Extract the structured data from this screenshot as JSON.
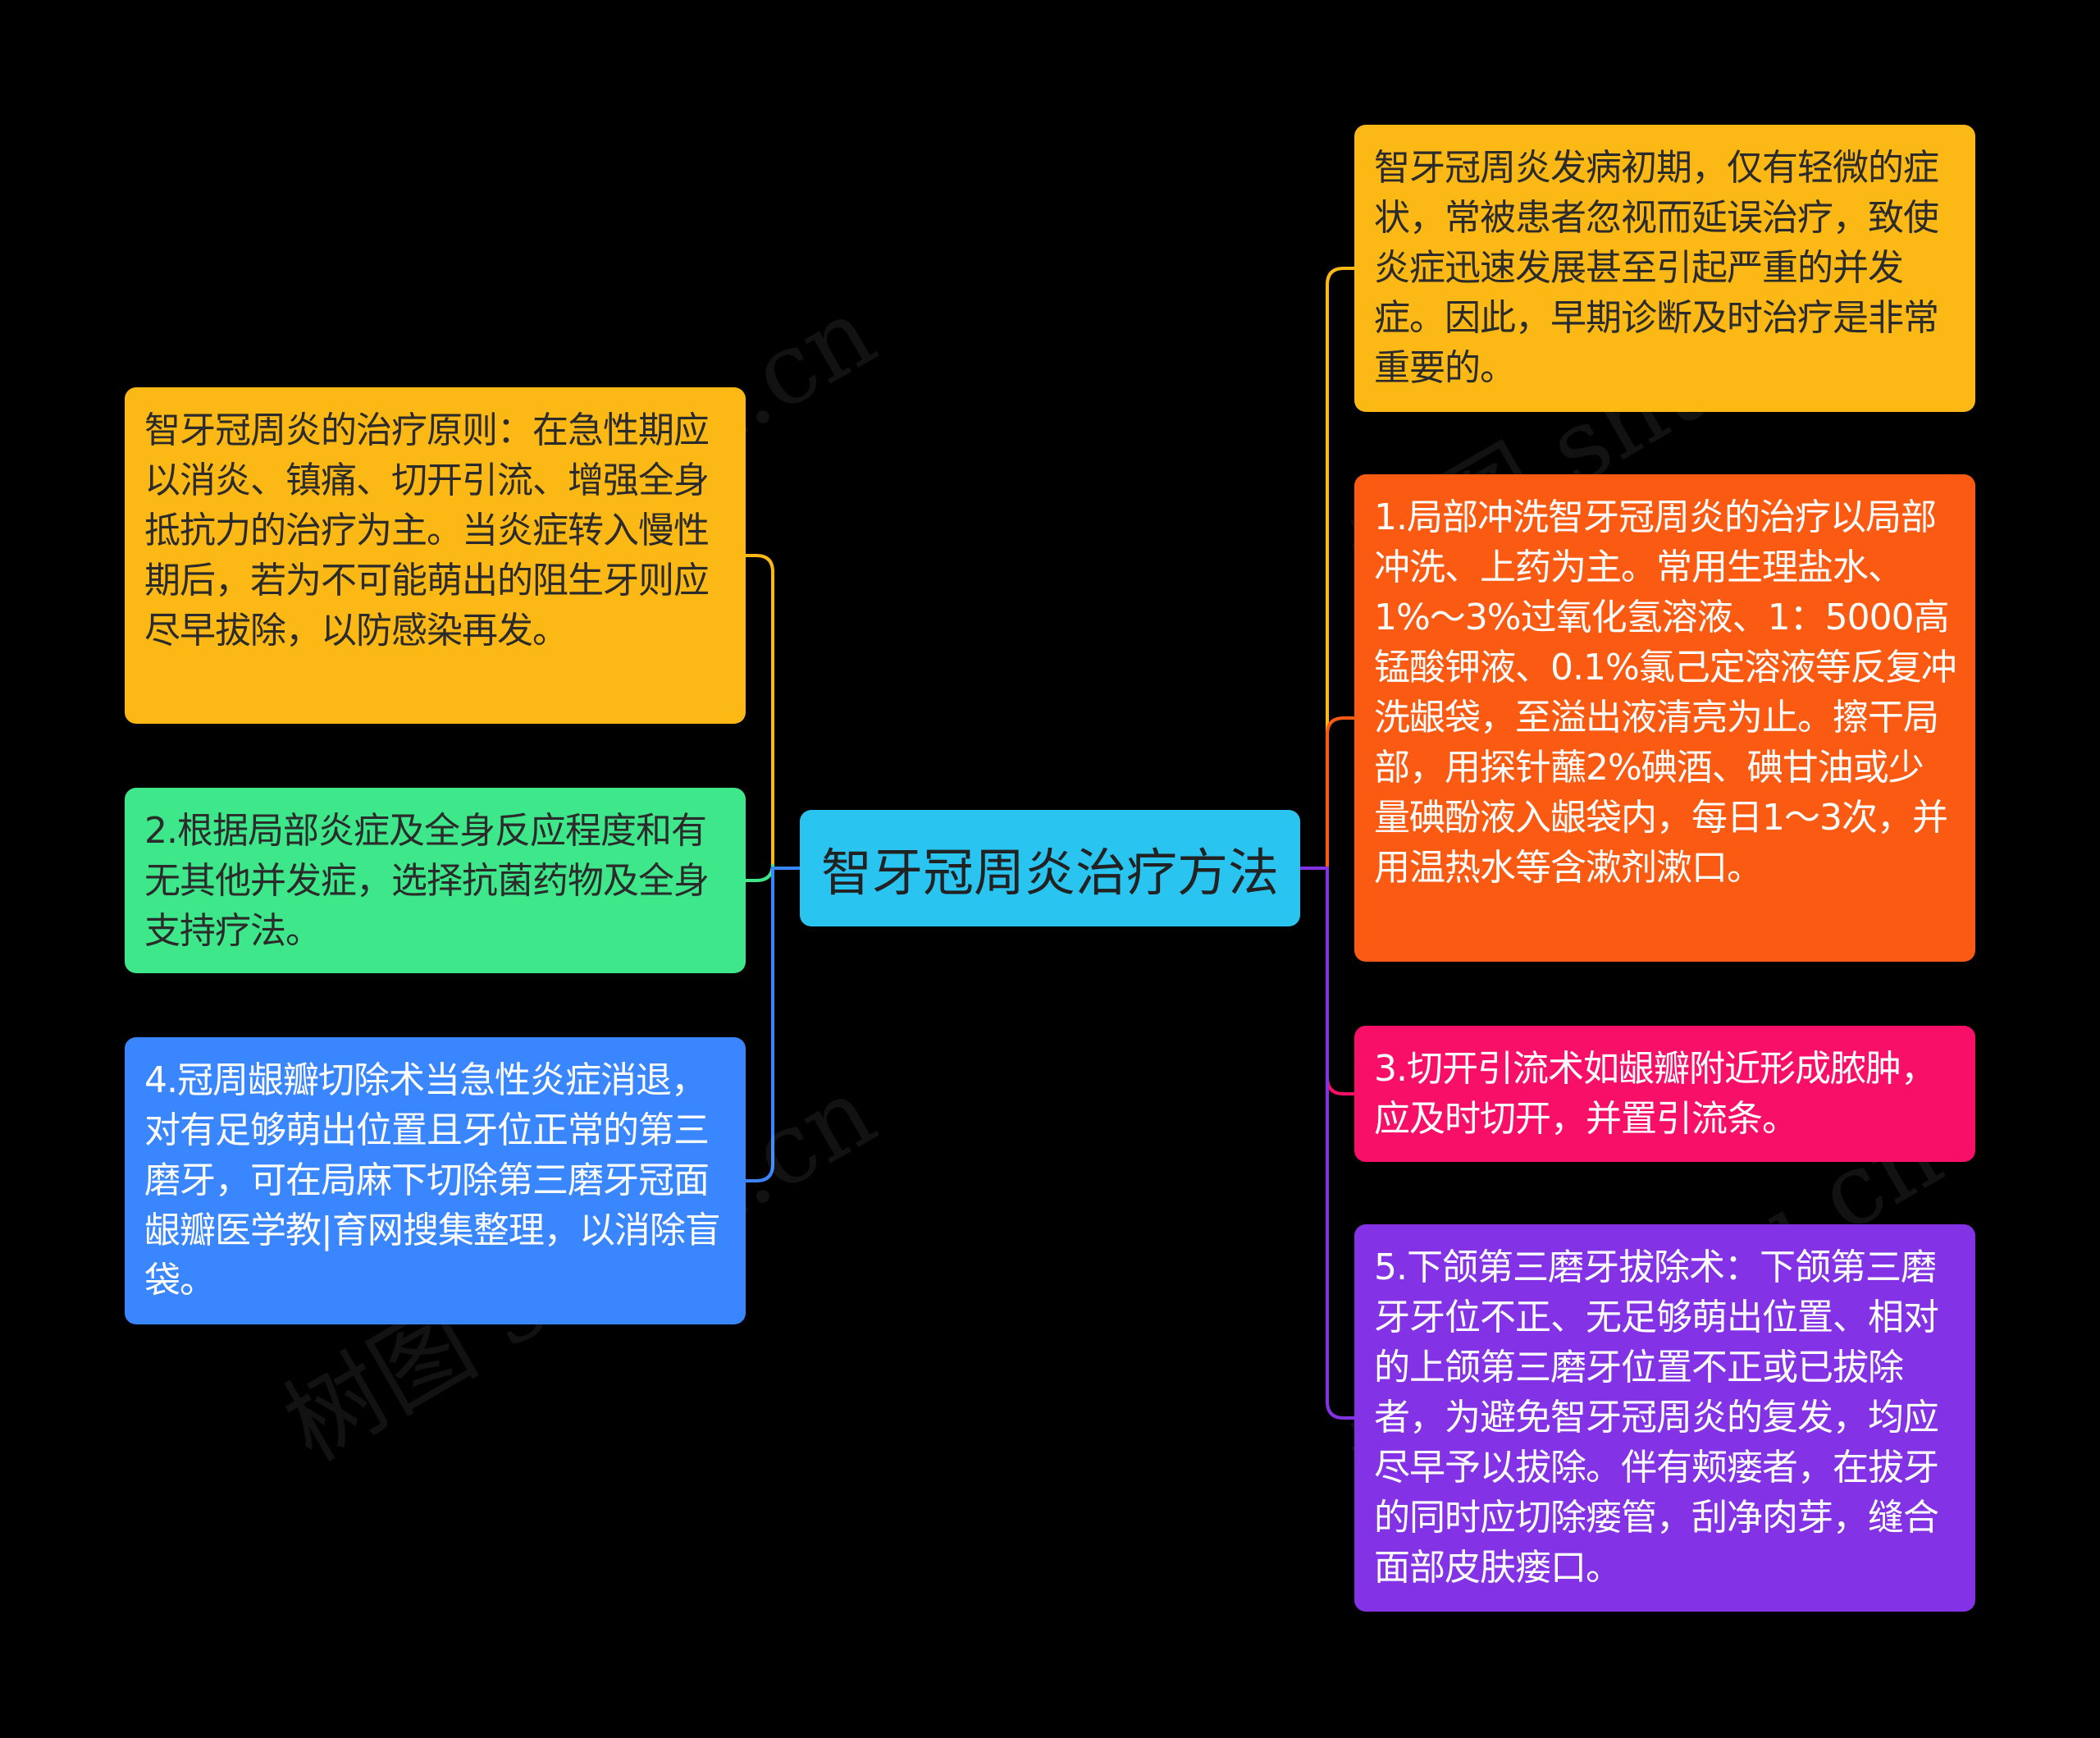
{
  "root": {
    "text": "智牙冠周炎治疗方法",
    "color": "#29c4f0"
  },
  "left": [
    {
      "text": "智牙冠周炎的治疗原则：在急性期应以消炎、镇痛、切开引流、增强全身抵抗力的治疗为主。当炎症转入慢性期后，若为不可能萌出的阻生牙则应尽早拔除，以防感染再发。",
      "color": "#fcb814"
    },
    {
      "text": "2.根据局部炎症及全身反应程度和有无其他并发症，选择抗菌药物及全身支持疗法。",
      "color": "#3ee78a"
    },
    {
      "text": "4.冠周龈瓣切除术当急性炎症消退，对有足够萌出位置且牙位正常的第三磨牙，可在局麻下切除第三磨牙冠面龈瓣医学教|育网搜集整理，以消除盲袋。",
      "color": "#3a86ff"
    }
  ],
  "right": [
    {
      "text": "智牙冠周炎发病初期，仅有轻微的症状，常被患者忽视而延误治疗，致使炎症迅速发展甚至引起严重的并发症。因此，早期诊断及时治疗是非常重要的。",
      "color": "#fcb814"
    },
    {
      "text": "1.局部冲洗智牙冠周炎的治疗以局部冲洗、上药为主。常用生理盐水、1%～3%过氧化氢溶液、1：5000高锰酸钾液、0.1%氯己定溶液等反复冲洗龈袋，至溢出液清亮为止。擦干局部，用探针蘸2%碘酒、碘甘油或少量碘酚液入龈袋内，每日1～3次，并用温热水等含漱剂漱口。",
      "color": "#fa5a12"
    },
    {
      "text": "3.切开引流术如龈瓣附近形成脓肿，应及时切开，并置引流条。",
      "color": "#f80f68"
    },
    {
      "text": "5.下颌第三磨牙拔除术：下颌第三磨牙牙位不正、无足够萌出位置、相对的上颌第三磨牙位置不正或已拔除者，为避免智牙冠周炎的复发，均应尽早予以拔除。伴有颊瘘者，在拔牙的同时应切除瘘管，刮净肉芽，缝合面部皮肤瘘口。",
      "color": "#8333e5"
    }
  ],
  "watermark": "树图 shutu.cn"
}
